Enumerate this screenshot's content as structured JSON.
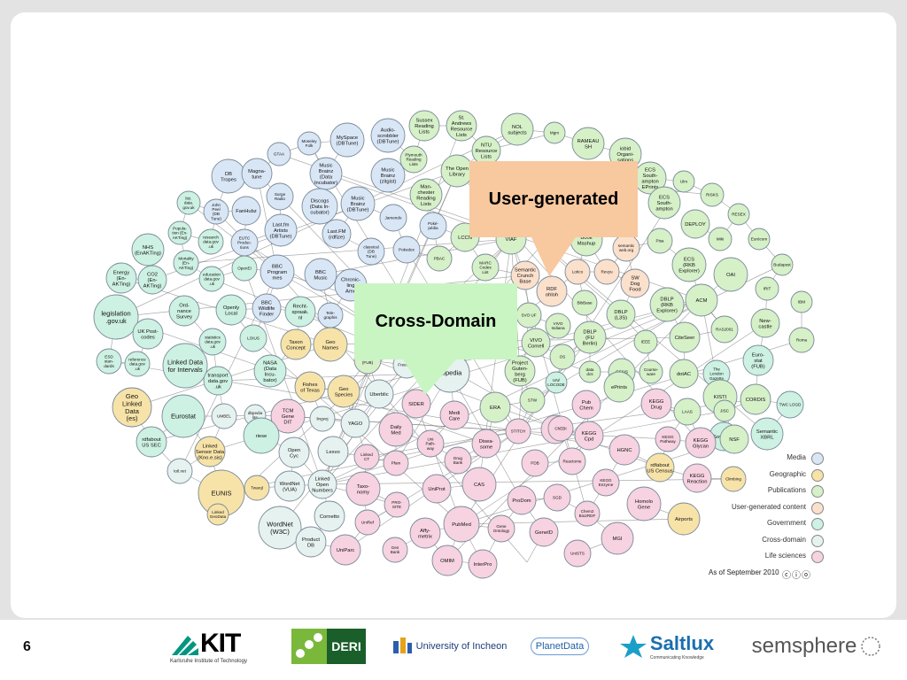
{
  "slide": {
    "page_number": "6"
  },
  "callouts": {
    "user_generated": "User-generated",
    "cross_domain": "Cross-Domain"
  },
  "colors": {
    "media": "#d9e6f6",
    "geographic": "#f7e3a8",
    "publications": "#d6f0c8",
    "user_generated": "#fbe0cc",
    "government": "#cdf1e2",
    "cross_domain": "#e6f2ef",
    "life_sciences": "#f7d2e0",
    "callout_user": "#f8c89f",
    "callout_cross": "#c9f5c3"
  },
  "legend": [
    {
      "label": "Media",
      "key": "media"
    },
    {
      "label": "Geographic",
      "key": "geographic"
    },
    {
      "label": "Publications",
      "key": "publications"
    },
    {
      "label": "User-generated content",
      "key": "user_generated"
    },
    {
      "label": "Government",
      "key": "government"
    },
    {
      "label": "Cross-domain",
      "key": "cross_domain"
    },
    {
      "label": "Life sciences",
      "key": "life_sciences"
    }
  ],
  "as_of": "As of September 2010",
  "license_icons": "ⓒⓘⓞ",
  "logos": {
    "kit": "KIT",
    "kit_sub": "Karlsruhe Institute of Technology",
    "deri": "DERI",
    "incheon": "University of Incheon",
    "planetdata": "PlanetData",
    "saltlux": "Saltlux",
    "saltlux_sub": "Communicating Knowledge",
    "semsphere": "semsphere"
  },
  "nodes": [
    {
      "t": "Sussex|Reading|Lists",
      "c": "publications"
    },
    {
      "t": "St.|Andrews|Resource|Lists",
      "c": "publications"
    },
    {
      "t": "NOL|subjects",
      "c": "publications"
    },
    {
      "t": "Mgm",
      "c": "publications"
    },
    {
      "t": "RAMEAU|SH",
      "c": "publications"
    },
    {
      "t": "iobid|Organi-|sations",
      "c": "publications"
    },
    {
      "t": "Audio-|scrobbler|(DBTune)",
      "c": "media"
    },
    {
      "t": "MySpace|(DBTune)",
      "c": "media"
    },
    {
      "t": "Moseley|Folk",
      "c": "media"
    },
    {
      "t": "Plymouth|Reading|Lists",
      "c": "publications"
    },
    {
      "t": "NTU|Resource|Lists",
      "c": "publications"
    },
    {
      "t": "The Open|Library",
      "c": "publications"
    },
    {
      "t": "ECS|South-|ampton|EPrints",
      "c": "publications"
    },
    {
      "t": "Ulm",
      "c": "publications"
    },
    {
      "t": "GTAA",
      "c": "media"
    },
    {
      "t": "Music|Brainz|(Data|Incubator)",
      "c": "media"
    },
    {
      "t": "Music|Brainz|(zitgist)",
      "c": "media"
    },
    {
      "t": "Man-|chester|Reading|Lists",
      "c": "publications"
    },
    {
      "t": "ECS|South-|ampton",
      "c": "publications"
    },
    {
      "t": "RISKS",
      "c": "publications"
    },
    {
      "t": "DB|Tropes",
      "c": "media"
    },
    {
      "t": "Magna-|tune",
      "c": "media"
    },
    {
      "t": "Surge|Radio",
      "c": "media"
    },
    {
      "t": "Discogs|(Data In-|cubator)",
      "c": "media"
    },
    {
      "t": "Music|Brainz|(DBTune)",
      "c": "media"
    },
    {
      "t": "Jamendo",
      "c": "media"
    },
    {
      "t": "DEPLOY",
      "c": "publications"
    },
    {
      "t": "RESEX",
      "c": "publications"
    },
    {
      "t": "biz.|data.|gov.uk",
      "c": "government"
    },
    {
      "t": "John|Peel|(DB|Tune)",
      "c": "media"
    },
    {
      "t": "FanHubz",
      "c": "media"
    },
    {
      "t": "Last.fm|Artists|(DBTune)",
      "c": "media"
    },
    {
      "t": "Last.FM|(rdfize)",
      "c": "media"
    },
    {
      "t": "Poké-|pédia",
      "c": "media"
    },
    {
      "t": "Pokedex",
      "c": "media"
    },
    {
      "t": "classical|(DB|Tune)",
      "c": "media"
    },
    {
      "t": "LCCN",
      "c": "publications"
    },
    {
      "t": "VIAF",
      "c": "publications"
    },
    {
      "t": "Book|Mashup",
      "c": "publications"
    },
    {
      "t": "semantic|web.org",
      "c": "user_generated"
    },
    {
      "t": "Wiki",
      "c": "publications"
    },
    {
      "t": "Eurécom",
      "c": "publications"
    },
    {
      "t": "Popula-|tion (En-|AKTing)",
      "c": "government"
    },
    {
      "t": "research|data.gov|.uk",
      "c": "government"
    },
    {
      "t": "EUTC|Produc-|tions",
      "c": "media"
    },
    {
      "t": "PBAC",
      "c": "publications"
    },
    {
      "t": "MARC|Codes|List",
      "c": "publications"
    },
    {
      "t": "Semantic|Crunch|Base",
      "c": "user_generated"
    },
    {
      "t": "Lotico",
      "c": "user_generated"
    },
    {
      "t": "Revyu",
      "c": "user_generated"
    },
    {
      "t": "Pisa",
      "c": "publications"
    },
    {
      "t": "ECS|(RKB|Explorer)",
      "c": "publications"
    },
    {
      "t": "Budapest",
      "c": "publications"
    },
    {
      "t": "NHS|(EnAKTing)",
      "c": "government"
    },
    {
      "t": "Mortality|(En-|AKTing)",
      "c": "government"
    },
    {
      "t": "education|data.gov|.uk",
      "c": "government"
    },
    {
      "t": "OpenEI",
      "c": "government"
    },
    {
      "t": "BBC|Program|mes",
      "c": "media"
    },
    {
      "t": "BBC|Music",
      "c": "media"
    },
    {
      "t": "Chronic-|ling|Ame",
      "c": "media"
    },
    {
      "t": "RDF|ohloh",
      "c": "user_generated"
    },
    {
      "t": "SW|Dog|Food",
      "c": "user_generated"
    },
    {
      "t": "OAI",
      "c": "publications"
    },
    {
      "t": "IRIT",
      "c": "publications"
    },
    {
      "t": "Energy|(En-|AKTing)",
      "c": "government"
    },
    {
      "t": "CO2|(En-|AKTing)",
      "c": "government"
    },
    {
      "t": "Ord-|nance|Survey",
      "c": "government"
    },
    {
      "t": "Openly|Local",
      "c": "government"
    },
    {
      "t": "BBC|Wildlife|Finder",
      "c": "media"
    },
    {
      "t": "Recht-|spraak.|nl",
      "c": "government"
    },
    {
      "t": "Tele-|graphis",
      "c": "media"
    },
    {
      "t": "BibBase",
      "c": "publications"
    },
    {
      "t": "DBLP|(RKB|Explorer)",
      "c": "publications"
    },
    {
      "t": "ACM",
      "c": "publications"
    },
    {
      "t": "IBM",
      "c": "publications"
    },
    {
      "t": "legislation|.gov.uk",
      "c": "government"
    },
    {
      "t": "UK Post-|codes",
      "c": "government"
    },
    {
      "t": "statistics|data.gov|.uk",
      "c": "government"
    },
    {
      "t": "LOIUS",
      "c": "government"
    },
    {
      "t": "Taxon|Concept",
      "c": "geographic"
    },
    {
      "t": "Geo|Names",
      "c": "geographic"
    },
    {
      "t": "book|(FUB)",
      "c": "publications"
    },
    {
      "t": "Freebase",
      "c": "cross_domain"
    },
    {
      "t": "SVO UF",
      "c": "publications"
    },
    {
      "t": "VIVO|Indiana",
      "c": "publications"
    },
    {
      "t": "DBLP|(L3S)",
      "c": "publications"
    },
    {
      "t": "RAS2001",
      "c": "publications"
    },
    {
      "t": "New-|castle",
      "c": "publications"
    },
    {
      "t": "ESD|stan-|dards",
      "c": "government"
    },
    {
      "t": "reference|data.gov|.uk",
      "c": "government"
    },
    {
      "t": "Linked Data|for Intervals",
      "c": "government"
    },
    {
      "t": "NASA|(Data|Incu-|bator)",
      "c": "government"
    },
    {
      "t": "VIVO|Cornell",
      "c": "publications"
    },
    {
      "t": "DBLP|(FU|Berlin)",
      "c": "publications"
    },
    {
      "t": "IEEE",
      "c": "publications"
    },
    {
      "t": "CiteSeer",
      "c": "publications"
    },
    {
      "t": "Roma",
      "c": "publications"
    },
    {
      "t": "transport|data.gov|.uk",
      "c": "government"
    },
    {
      "t": "Fishes|of Texas",
      "c": "geographic"
    },
    {
      "t": "Geo|Species",
      "c": "geographic"
    },
    {
      "t": "Uberblic",
      "c": "cross_domain"
    },
    {
      "t": "dbpedia",
      "c": "cross_domain"
    },
    {
      "t": "Project|Guten-|berg|(FUB)",
      "c": "publications"
    },
    {
      "t": "OS",
      "c": "publications"
    },
    {
      "t": "data|dcs",
      "c": "publications"
    },
    {
      "t": "GESIS",
      "c": "publications"
    },
    {
      "t": "Course-|ware",
      "c": "publications"
    },
    {
      "t": "dotAC",
      "c": "publications"
    },
    {
      "t": "The|London|Gazette",
      "c": "government"
    },
    {
      "t": "Euro-|stat|(FUB)",
      "c": "government"
    },
    {
      "t": "Geo|Linked|Data|(es)",
      "c": "geographic"
    },
    {
      "t": "dbpedia|lite",
      "c": "cross_domain"
    },
    {
      "t": "TCM|Gene|DIT",
      "c": "life_sciences"
    },
    {
      "t": "SIDER",
      "c": "life_sciences"
    },
    {
      "t": "ERA",
      "c": "publications"
    },
    {
      "t": "STW",
      "c": "publications"
    },
    {
      "t": "UN/|LOCODE",
      "c": "government"
    },
    {
      "t": "ePrints",
      "c": "publications"
    },
    {
      "t": "KISTI",
      "c": "publications"
    },
    {
      "t": "CORDIS",
      "c": "publications"
    },
    {
      "t": "TWC LOGD",
      "c": "government"
    },
    {
      "t": "Eurostat",
      "c": "government"
    },
    {
      "t": "UMBEL",
      "c": "cross_domain"
    },
    {
      "t": "lingvoj",
      "c": "cross_domain"
    },
    {
      "t": "YAGO",
      "c": "cross_domain"
    },
    {
      "t": "Daily|Med",
      "c": "life_sciences"
    },
    {
      "t": "Medi|Care",
      "c": "life_sciences"
    },
    {
      "t": "STITCH",
      "c": "life_sciences"
    },
    {
      "t": "OBO",
      "c": "life_sciences"
    },
    {
      "t": "Pub|Chem",
      "c": "life_sciences"
    },
    {
      "t": "KEGG|Drug",
      "c": "life_sciences"
    },
    {
      "t": "LAAS",
      "c": "publications"
    },
    {
      "t": "JISC",
      "c": "publications"
    },
    {
      "t": "GovTrack",
      "c": "government"
    },
    {
      "t": "rdfabout|US SEC",
      "c": "government"
    },
    {
      "t": "Linked|Sensor Data|(Kno.e.sis)",
      "c": "geographic"
    },
    {
      "t": "riese",
      "c": "government"
    },
    {
      "t": "Open|Cyc",
      "c": "cross_domain"
    },
    {
      "t": "Lexvo",
      "c": "cross_domain"
    },
    {
      "t": "Linked|CT",
      "c": "life_sciences"
    },
    {
      "t": "Uni|Path-|way",
      "c": "life_sciences"
    },
    {
      "t": "Drug|Bank",
      "c": "life_sciences"
    },
    {
      "t": "Disea-|some",
      "c": "life_sciences"
    },
    {
      "t": "ChEBI",
      "c": "life_sciences"
    },
    {
      "t": "KEGG|Cpd",
      "c": "life_sciences"
    },
    {
      "t": "KEGG|Pathway",
      "c": "life_sciences"
    },
    {
      "t": "KEGG|Glycan",
      "c": "life_sciences"
    },
    {
      "t": "NSF",
      "c": "publications"
    },
    {
      "t": "Semantic|XBRL",
      "c": "government"
    },
    {
      "t": "totl.net",
      "c": "cross_domain"
    },
    {
      "t": "Pfam",
      "c": "life_sciences"
    },
    {
      "t": "PDB",
      "c": "life_sciences"
    },
    {
      "t": "Reactome",
      "c": "life_sciences"
    },
    {
      "t": "HGNC",
      "c": "life_sciences"
    },
    {
      "t": "rdfabout|US Census",
      "c": "geographic"
    },
    {
      "t": "EUNIS",
      "c": "geographic"
    },
    {
      "t": "Twarql",
      "c": "geographic"
    },
    {
      "t": "WordNet|(VUA)",
      "c": "cross_domain"
    },
    {
      "t": "Linked|Open|Numbers",
      "c": "cross_domain"
    },
    {
      "t": "Taxo-|nomy",
      "c": "life_sciences"
    },
    {
      "t": "UniProt",
      "c": "life_sciences"
    },
    {
      "t": "CAS",
      "c": "life_sciences"
    },
    {
      "t": "KEGG|Enzyme",
      "c": "life_sciences"
    },
    {
      "t": "KEGG|Reaction",
      "c": "life_sciences"
    },
    {
      "t": "Climbing",
      "c": "geographic"
    },
    {
      "t": "Linked|GeoData",
      "c": "geographic"
    },
    {
      "t": "WordNet|(W3C)",
      "c": "cross_domain"
    },
    {
      "t": "Cornetto",
      "c": "cross_domain"
    },
    {
      "t": "UniRef",
      "c": "life_sciences"
    },
    {
      "t": "PRO-|SITE",
      "c": "life_sciences"
    },
    {
      "t": "ProDom",
      "c": "life_sciences"
    },
    {
      "t": "SGD",
      "c": "life_sciences"
    },
    {
      "t": "Chem2|Bio2RDF",
      "c": "life_sciences"
    },
    {
      "t": "Homolo|Gene",
      "c": "life_sciences"
    },
    {
      "t": "Airports",
      "c": "geographic"
    },
    {
      "t": "Product|DB",
      "c": "cross_domain"
    },
    {
      "t": "UniParc",
      "c": "life_sciences"
    },
    {
      "t": "Affy-|metrix",
      "c": "life_sciences"
    },
    {
      "t": "PubMed",
      "c": "life_sciences"
    },
    {
      "t": "Gene|Ontology",
      "c": "life_sciences"
    },
    {
      "t": "GeneID",
      "c": "life_sciences"
    },
    {
      "t": "MGI",
      "c": "life_sciences"
    },
    {
      "t": "UniSTS",
      "c": "life_sciences"
    },
    {
      "t": "Gen|Bank",
      "c": "life_sciences"
    },
    {
      "t": "OMIM",
      "c": "life_sciences"
    },
    {
      "t": "InterPro",
      "c": "life_sciences"
    }
  ]
}
